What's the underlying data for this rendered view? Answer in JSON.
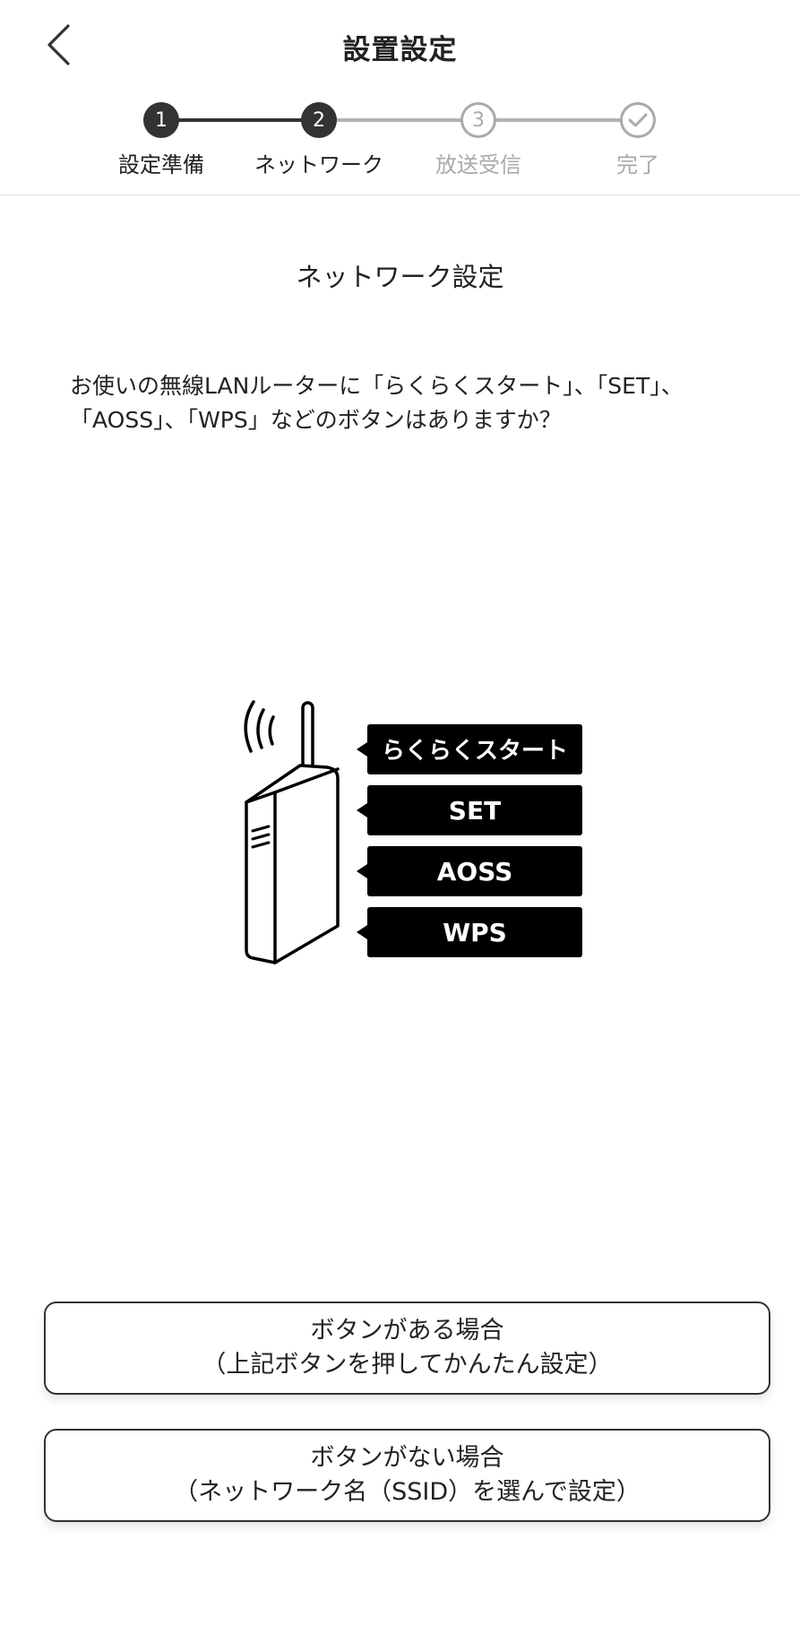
{
  "header": {
    "title": "設置設定"
  },
  "stepper": {
    "steps": [
      {
        "number": "1",
        "label": "設定準備",
        "state": "done"
      },
      {
        "number": "2",
        "label": "ネットワーク",
        "state": "current"
      },
      {
        "number": "3",
        "label": "放送受信",
        "state": "todo"
      },
      {
        "number": "",
        "label": "完了",
        "state": "todo"
      }
    ]
  },
  "content": {
    "section_title": "ネットワーク設定",
    "question_line1": "お使いの無線LANルーターに「らくらくスタート」、「SET」、",
    "question_line2": "「AOSS」、「WPS」などのボタンはありますか？",
    "illustration": {
      "labels": [
        "らくらくスタート",
        "SET",
        "AOSS",
        "WPS"
      ]
    }
  },
  "buttons": {
    "has_button_line1": "ボタンがある場合",
    "has_button_line2": "（上記ボタンを押してかんたん設定）",
    "no_button_line1": "ボタンがない場合",
    "no_button_line2": "（ネットワーク名（SSID）を選んで設定）"
  },
  "colors": {
    "active": "#333333",
    "inactive": "#aaaaaa",
    "tag_bg": "#000000",
    "tag_text": "#ffffff"
  },
  "icons": {
    "back": "chevron-left-icon",
    "complete_step": "checkmark-icon",
    "router": "wifi-router-icon"
  }
}
